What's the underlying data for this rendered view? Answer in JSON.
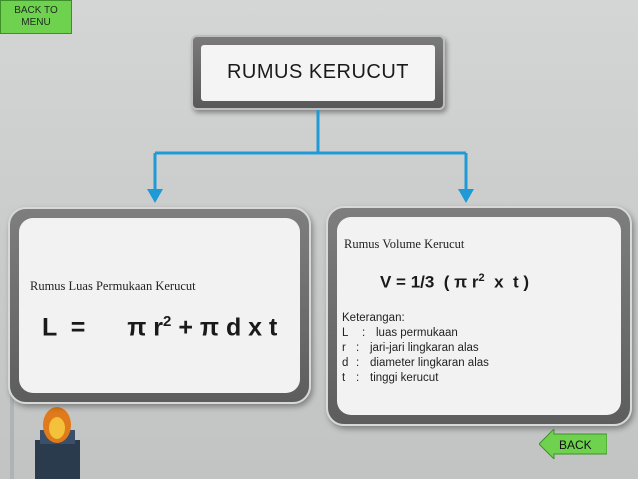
{
  "nav": {
    "menu_button_label": "BACK TO\nMENU",
    "back_button_label": "BACK"
  },
  "title": {
    "text": "RUMUS KERUCUT"
  },
  "colors": {
    "connector": "#1e9ad6",
    "menu_button": "#6fd24f",
    "back_button": "#6fd24f"
  },
  "left_card": {
    "heading": "Rumus Luas Permukaan Kerucut",
    "formula_lhs": "L  =",
    "formula_rhs_part1": "π r",
    "formula_rhs_exp": "2",
    "formula_rhs_part2": " + π d x t"
  },
  "right_card": {
    "heading": "Rumus Volume Kerucut",
    "formula_part1": "V = 1/3  ( π r",
    "formula_exp": "2",
    "formula_part2": "  x  t )",
    "notes_title": "Keterangan:",
    "notes": [
      {
        "symbol": "L",
        "sep": ":",
        "text": "luas permukaan"
      },
      {
        "symbol": "r",
        "sep": ":",
        "text": "jari-jari lingkaran alas"
      },
      {
        "symbol": "d",
        "sep": ":",
        "text": "diameter lingkaran alas"
      },
      {
        "symbol": "t",
        "sep": ":",
        "text": "tinggi kerucut"
      }
    ]
  }
}
